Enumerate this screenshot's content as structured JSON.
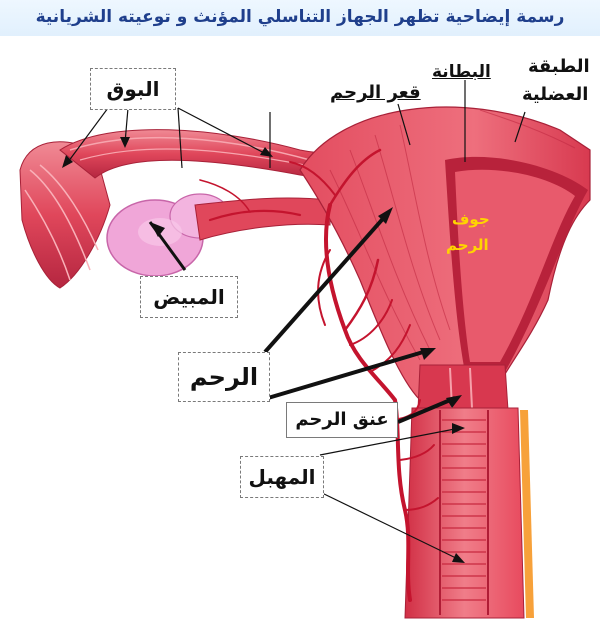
{
  "title": "رسمة إيضاحية تظهر الجهاز التناسلي المؤنث و توعيته الشريانية",
  "labels": {
    "fallopian_tube": "البوق",
    "fundus": "قعر الرحم",
    "endometrium": "البطانة",
    "muscle_layer_1": "الطبقة",
    "muscle_layer_2": "العضلية",
    "cavity_1": "جوف",
    "cavity_2": "الرحم",
    "ovary": "المبيض",
    "uterus": "الرحم",
    "cervix": "عنق الرحم",
    "vagina": "المهبل"
  },
  "colors": {
    "tissue_light": "#f07a86",
    "tissue": "#e23b52",
    "tissue_dark": "#b01d36",
    "vessel": "#c4142e",
    "ovary": "#f0a6d8",
    "title_text": "#1f3f8c",
    "cavity_text": "#ffd400"
  }
}
